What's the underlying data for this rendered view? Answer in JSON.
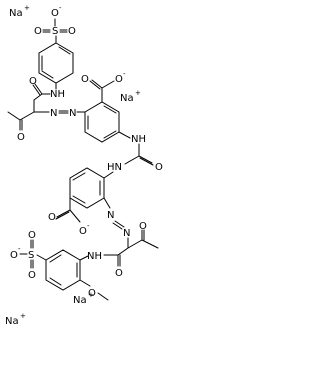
{
  "structure": {
    "counter_ions": {
      "na_top_left": "Na",
      "na_top_right": "Na",
      "na_middle": "Na",
      "na_bottom_left": "Na",
      "charge_plus": "+"
    },
    "atoms": {
      "o_minus_label": "O",
      "minus": "-",
      "oxygen": "O",
      "sulfur": "S",
      "nh": "NH",
      "hn": "HN",
      "n": "N"
    }
  }
}
